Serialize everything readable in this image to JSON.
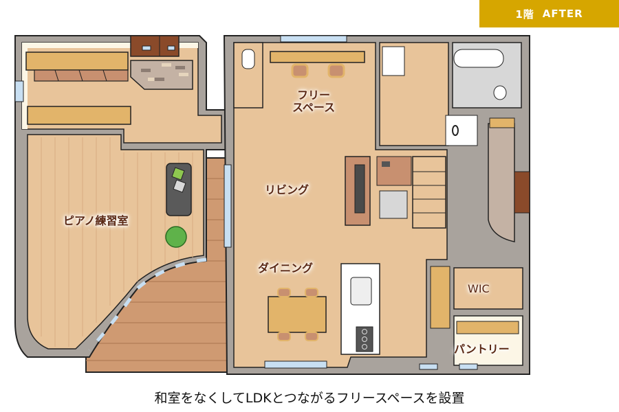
{
  "header": {
    "floor": "1階",
    "state": "AFTER",
    "badge_color": "#d6a600"
  },
  "floor_plan": {
    "rooms": [
      {
        "id": "free-space",
        "label_line1": "フリー",
        "label_line2": "スペース"
      },
      {
        "id": "living",
        "label": "リビング"
      },
      {
        "id": "dining",
        "label": "ダイニング"
      },
      {
        "id": "piano-room",
        "label": "ピアノ練習室"
      },
      {
        "id": "wic",
        "label": "WIC"
      },
      {
        "id": "pantry",
        "label": "パントリー"
      }
    ],
    "colors": {
      "wall": "#a9a39d",
      "wall_outline": "#222222",
      "floor": "#e8c49a",
      "wood_floor_deck": "#cf9a72",
      "label_text": "#5a2814",
      "window": "#c8dff2",
      "storage": "#e2b46a",
      "door_brown": "#8a4a2a"
    }
  },
  "caption": "和室をなくしてLDKとつながるフリースペースを設置"
}
